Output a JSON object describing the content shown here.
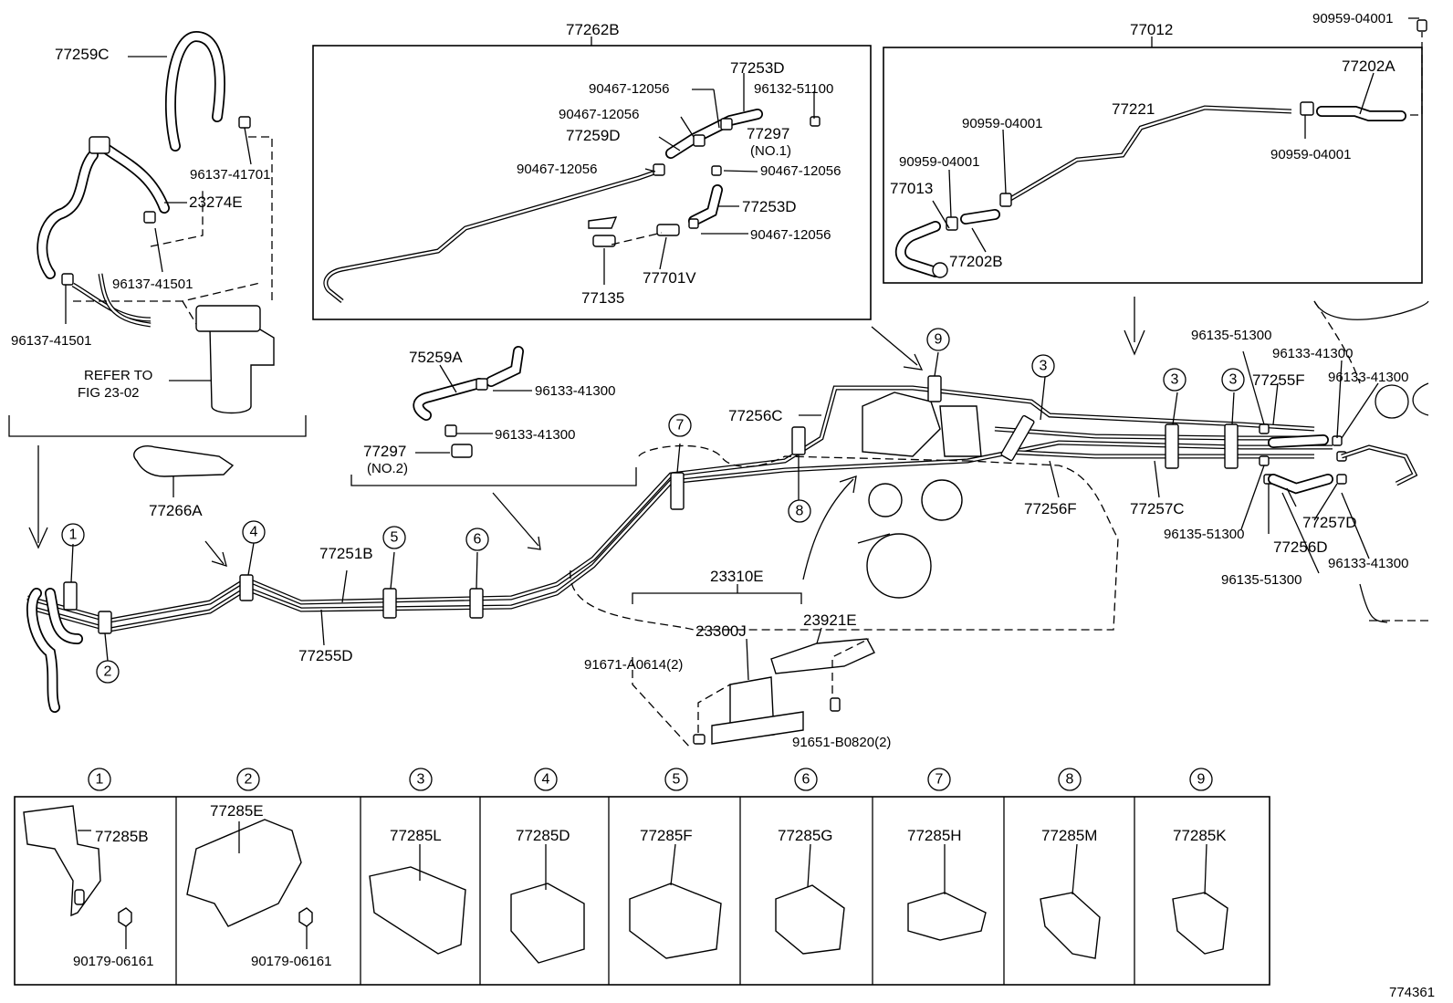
{
  "diagram": {
    "figure_number": "774361",
    "labels": {
      "l_77259C": "77259C",
      "l_96137_41701": "96137-41701",
      "l_23274E": "23274E",
      "l_96137_41501a": "96137-41501",
      "l_96137_41501b": "96137-41501",
      "l_refer": "REFER TO",
      "l_fig": "FIG 23-02",
      "l_77262B": "77262B",
      "l_77253D_a": "77253D",
      "l_90467_a": "90467-12056",
      "l_96132": "96132-51100",
      "l_90467_b": "90467-12056",
      "l_77297": "77297",
      "l_no1": "(NO.1)",
      "l_77259D": "77259D",
      "l_90467_c": "90467-12056",
      "l_90467_d": "90467-12056",
      "l_77253D_b": "77253D",
      "l_90467_e": "90467-12056",
      "l_77701V": "77701V",
      "l_77135": "77135",
      "l_77012": "77012",
      "l_90959_top": "90959-04001",
      "l_77202A": "77202A",
      "l_77221": "77221",
      "l_90959_a": "90959-04001",
      "l_90959_b": "90959-04001",
      "l_90959_c": "90959-04001",
      "l_77013": "77013",
      "l_77202B": "77202B",
      "l_75259A": "75259A",
      "l_96133_a": "96133-41300",
      "l_96133_b": "96133-41300",
      "l_77297_2": "77297",
      "l_no2": "(NO.2)",
      "l_77266A": "77266A",
      "l_77256C": "77256C",
      "l_77251B": "77251B",
      "l_77255D": "77255D",
      "l_23310E": "23310E",
      "l_23300J": "23300J",
      "l_23921E": "23921E",
      "l_91671": "91671-A0614(2)",
      "l_91651": "91651-B0820(2)",
      "l_77256F": "77256F",
      "l_77257C": "77257C",
      "l_96135_a": "96135-51300",
      "l_96133_c": "96133-41300",
      "l_77255F": "77255F",
      "l_96133_d": "96133-41300",
      "l_96135_b": "96135-51300",
      "l_77257D": "77257D",
      "l_77256D": "77256D",
      "l_96133_e": "96133-41300",
      "l_96135_c": "96135-51300"
    },
    "callouts": [
      "1",
      "2",
      "3",
      "3",
      "3",
      "4",
      "5",
      "6",
      "7",
      "8",
      "9"
    ],
    "clamp_table": {
      "headers": [
        "1",
        "2",
        "3",
        "4",
        "5",
        "6",
        "7",
        "8",
        "9"
      ],
      "parts": [
        "77285B",
        "77285E",
        "77285L",
        "77285D",
        "77285F",
        "77285G",
        "77285H",
        "77285M",
        "77285K"
      ],
      "nut_label_1": "90179-06161",
      "nut_label_2": "90179-06161"
    }
  }
}
